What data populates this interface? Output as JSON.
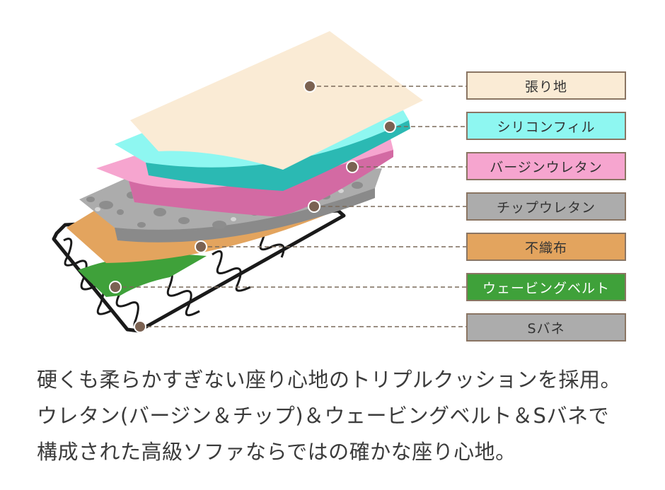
{
  "layers": [
    {
      "label": "張り地",
      "color": "#faebd5"
    },
    {
      "label": "シリコンフィル",
      "color": "#8ef7f1"
    },
    {
      "label": "バージンウレタン",
      "color": "#f6a5cf"
    },
    {
      "label": "チップウレタン",
      "color": "#acacac"
    },
    {
      "label": "不織布",
      "color": "#e3a45e"
    },
    {
      "label": "ウェービングベルト",
      "color": "#3fa13a"
    },
    {
      "label": "Sバネ",
      "color": "#acacac"
    }
  ],
  "caption": {
    "line1": "硬くも柔らかすぎない座り心地のトリプルクッションを採用。",
    "line2": "ウレタン(バージン＆チップ)＆ウェービングベルト＆Sバネで",
    "line3": "構成された高級ソファならではの確かな座り心地。"
  },
  "colors": {
    "leader_line": "#7a6a5a",
    "marker": "#7b6252",
    "box_border": "#8a7563"
  }
}
